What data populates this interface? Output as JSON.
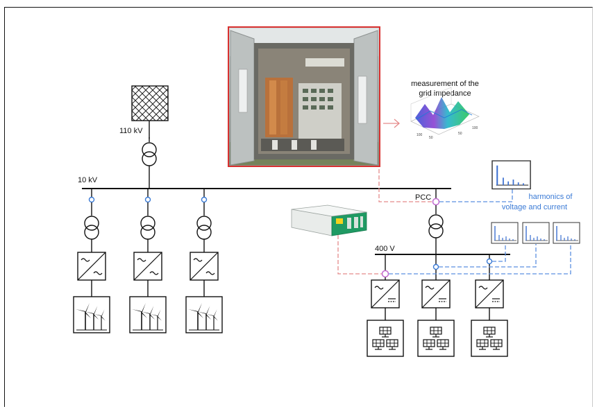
{
  "labels": {
    "hv_voltage": "110 kV",
    "mv_voltage": "10 kV",
    "lv_voltage": "400 V",
    "pcc": "PCC",
    "impedance_line1": "measurement of the",
    "impedance_line2": "grid impedance",
    "harmonics_line1": "harmonics of",
    "harmonics_line2": "voltage and current"
  },
  "colors": {
    "line": "#111111",
    "measurement_pink": "#e58a8a",
    "measurement_blue": "#5b8fe0",
    "photo_border": "#d8302f",
    "device_green": "#1f9a63"
  },
  "icons": {
    "grid": "crosshatch-grid-icon",
    "transformer": "transformer-icon",
    "inverter": "inverter-icon",
    "wind": "wind-turbine-icon",
    "solar": "solar-panel-icon",
    "measurement_point": "measurement-point-icon"
  }
}
